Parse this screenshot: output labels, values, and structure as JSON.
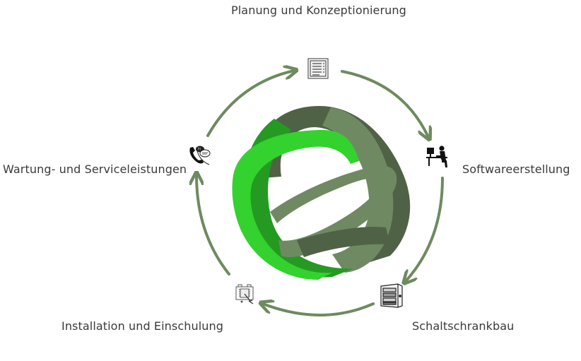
{
  "diagram": {
    "colors": {
      "arrow": "#6e8a60",
      "ribbon_light_green": "#33d22e",
      "ribbon_mid_green": "#259a22",
      "ribbon_gray_green": "#6f8a62",
      "ribbon_dark_green": "#4f6246",
      "icon_stroke": "#333333"
    },
    "steps": [
      {
        "label": "Planung und Konzeptionierung",
        "icon": "document-list-icon"
      },
      {
        "label": "Softwareerstellung",
        "icon": "person-at-computer-icon"
      },
      {
        "label": "Schaltschrankbau",
        "icon": "control-cabinet-icon"
      },
      {
        "label": "Installation und Einschulung",
        "icon": "installation-device-icon"
      },
      {
        "label": "Wartung- und Serviceleistungen",
        "icon": "phone-chat-icon"
      }
    ]
  }
}
